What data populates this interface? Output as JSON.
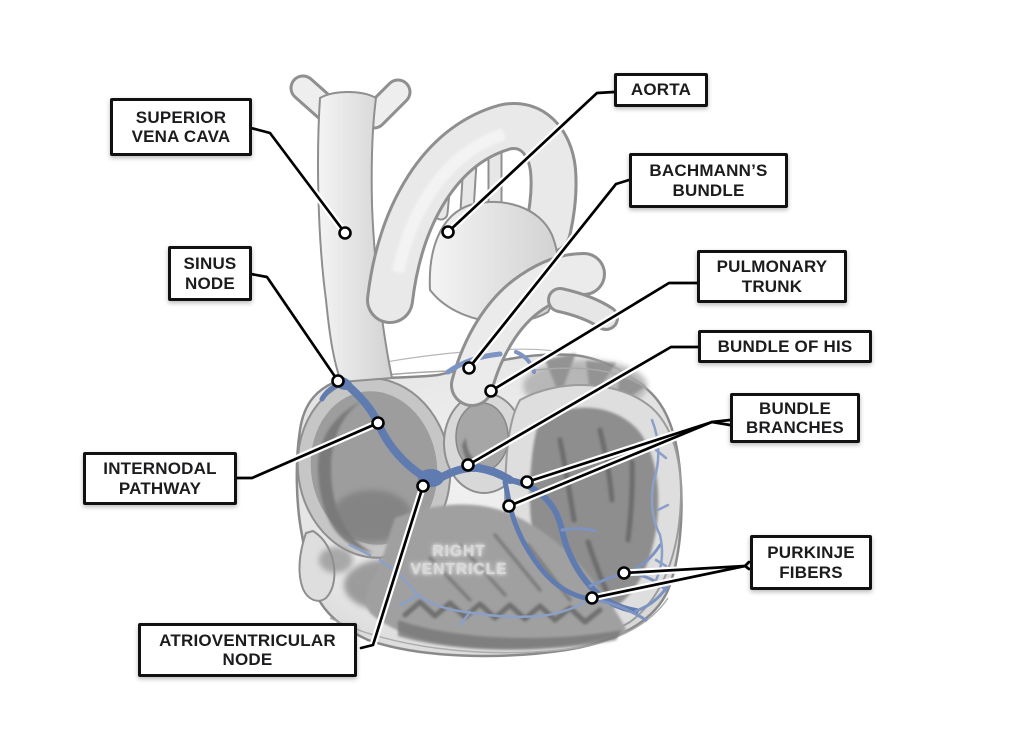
{
  "diagram": {
    "labels": {
      "superior_vena_cava": {
        "line1": "SUPERIOR",
        "line2": "VENA CAVA"
      },
      "aorta": {
        "line1": "AORTA"
      },
      "bachmanns_bundle": {
        "line1": "BACHMANN’S",
        "line2": "BUNDLE"
      },
      "sinus_node": {
        "line1": "SINUS",
        "line2": "NODE"
      },
      "pulmonary_trunk": {
        "line1": "PULMONARY",
        "line2": "TRUNK"
      },
      "bundle_of_his": {
        "line1": "BUNDLE OF HIS"
      },
      "bundle_branches": {
        "line1": "BUNDLE",
        "line2": "BRANCHES"
      },
      "internodal_pathway": {
        "line1": "INTERNODAL",
        "line2": "PATHWAY"
      },
      "purkinje_fibers": {
        "line1": "PURKINJE",
        "line2": "FIBERS"
      },
      "atrioventricular_node": {
        "line1": "ATRIOVENTRICULAR",
        "line2": "NODE"
      }
    },
    "inline_labels": {
      "right_ventricle": {
        "line1": "RIGHT",
        "line2": "VENTRICLE"
      }
    },
    "icons": {
      "leader_dot": "white circle with black ring marking the labeled structure"
    },
    "colors": {
      "background": "#ffffff",
      "label_box_fill": "#ffffff",
      "label_box_border": "#111111",
      "label_text": "#1c1c1e",
      "leader_line": "#000000",
      "leader_casing": "#ffffff",
      "conduction_blue": "#5f7bb0",
      "conduction_blue_light": "#8ba0c8",
      "heart_wall_gray": "#e8e8e8",
      "heart_shadow_gray": "#8e8e8e",
      "inline_label_text": "#d8d8d8"
    }
  }
}
